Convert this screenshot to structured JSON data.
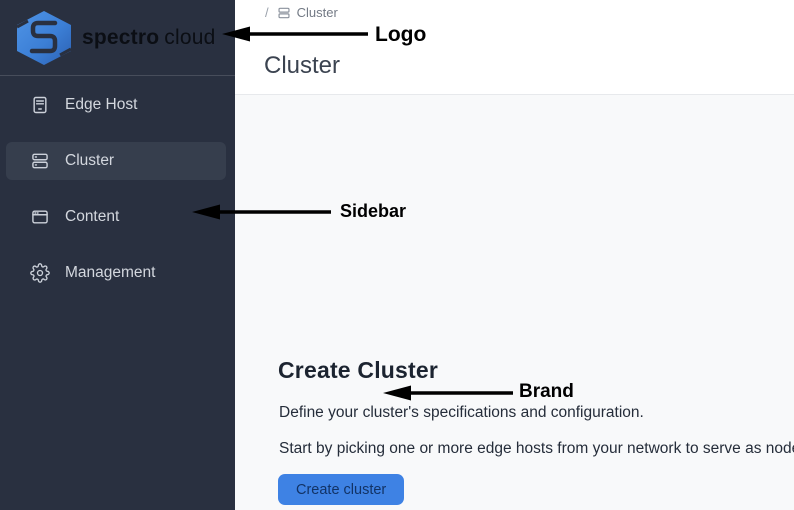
{
  "brand": {
    "wordmark_primary": "spectro",
    "wordmark_secondary": "cloud"
  },
  "sidebar": {
    "items": [
      {
        "label": "Edge Host",
        "icon": "edge-host-icon",
        "selected": false
      },
      {
        "label": "Cluster",
        "icon": "cluster-icon",
        "selected": true
      },
      {
        "label": "Content",
        "icon": "content-icon",
        "selected": false
      },
      {
        "label": "Management",
        "icon": "management-icon",
        "selected": false
      }
    ]
  },
  "header": {
    "breadcrumb": {
      "separator": "/",
      "icon": "cluster-icon",
      "label": "Cluster"
    },
    "title": "Cluster"
  },
  "main": {
    "heading": "Create Cluster",
    "description_line1": "Define your cluster's specifications and configuration.",
    "description_line2": "Start by picking one or more edge hosts from your network to serve as nodes",
    "create_button_label": "Create cluster"
  },
  "annotations": [
    {
      "label": "Logo",
      "target": "logo"
    },
    {
      "label": "Sidebar",
      "target": "sidebar"
    },
    {
      "label": "Brand",
      "target": "create-button"
    }
  ],
  "colors": {
    "sidebar_bg": "#293040",
    "sidebar_selected_bg": "#363e4d",
    "sidebar_text": "#d3d7de",
    "logo_blue": "#3c7fd6",
    "header_bg": "#ffffff",
    "content_bg": "#f8f9fa",
    "button_bg": "#3e82e4",
    "button_text": "#123366",
    "annotation_color": "#000000"
  }
}
